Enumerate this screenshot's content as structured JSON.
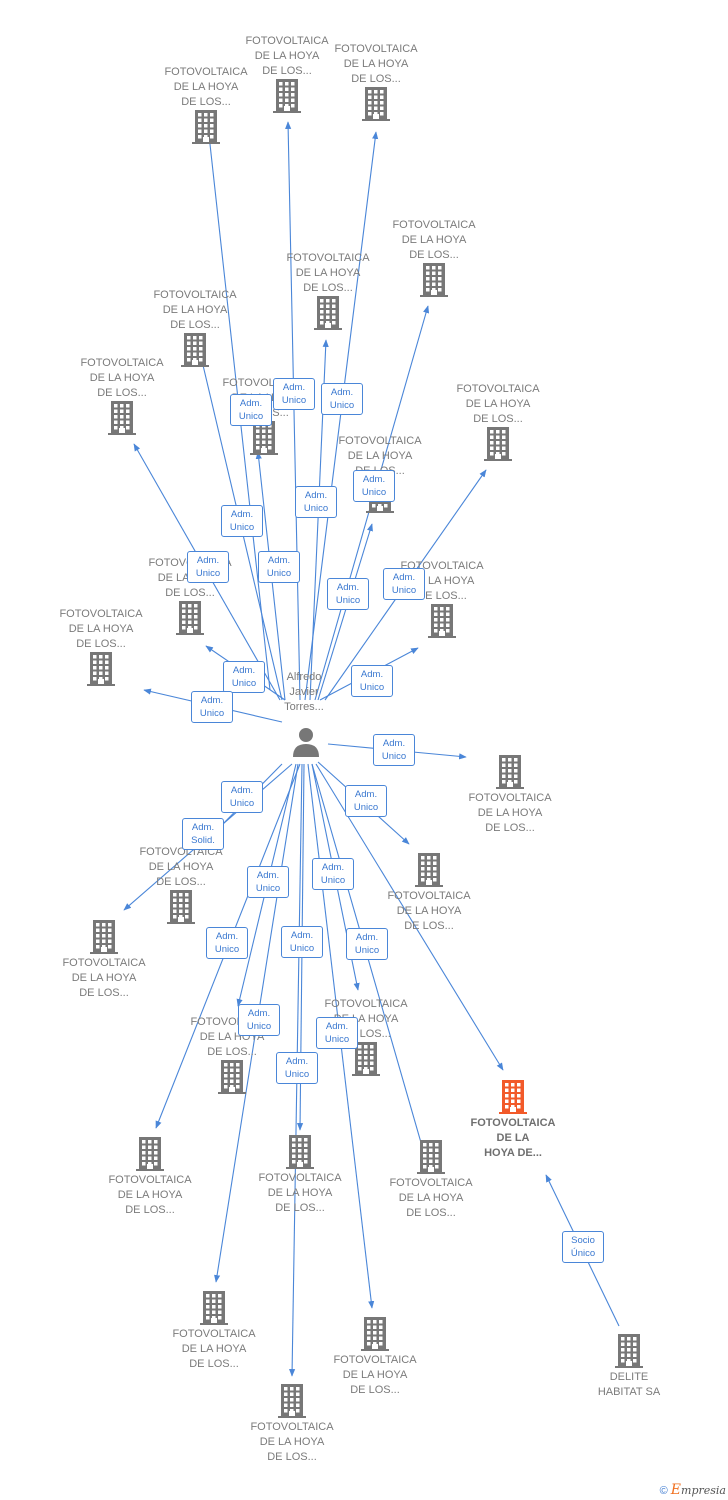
{
  "colors": {
    "edge": "#4a86d8",
    "building": "#777777",
    "building_highlight": "#f25a2a",
    "label": "#7b7b7b",
    "badge_border": "#4a86d8",
    "badge_text": "#3a78d0"
  },
  "center_person": {
    "label_lines": [
      "Alfredo",
      "Javier",
      "Torres..."
    ],
    "icon": "person-icon"
  },
  "companies": [
    {
      "id": "c1",
      "lines": [
        "FOTOVOLTAICA",
        "DE LA HOYA",
        "DE LOS..."
      ]
    },
    {
      "id": "c2",
      "lines": [
        "FOTOVOLTAICA",
        "DE LA HOYA",
        "DE LOS..."
      ]
    },
    {
      "id": "c3",
      "lines": [
        "FOTOVOLTAICA",
        "DE LA HOYA",
        "DE LOS..."
      ]
    },
    {
      "id": "c4",
      "lines": [
        "FOTOVOLTAICA",
        "DE LA HOYA",
        "DE LOS..."
      ]
    },
    {
      "id": "c5",
      "lines": [
        "FOTOVOLTAICA",
        "DE LA HOYA",
        "DE LOS..."
      ]
    },
    {
      "id": "c6",
      "lines": [
        "FOTOVOLTAICA",
        "DE LA HOYA",
        "DE LOS..."
      ]
    },
    {
      "id": "c7",
      "lines": [
        "FOTOVOLTAICA",
        "DE LA HOYA",
        "DE LOS..."
      ]
    },
    {
      "id": "c8",
      "lines": [
        "FOTOVOLTAICA",
        "DE LA HOYA",
        "DE LOS..."
      ]
    },
    {
      "id": "c9",
      "lines": [
        "FOTOVOLTAICA",
        "DE LA HOYA",
        "DE LOS..."
      ]
    },
    {
      "id": "c10",
      "lines": [
        "FOTOVOLTAICA",
        "DE LA HOYA",
        "DE LOS..."
      ]
    },
    {
      "id": "c11",
      "lines": [
        "FOTOVOLTAICA",
        "DE LA HOYA",
        "DE LOS..."
      ]
    },
    {
      "id": "c12",
      "lines": [
        "FOTOVOLTAICA",
        "DE LA HOYA",
        "DE LOS..."
      ]
    },
    {
      "id": "c13",
      "lines": [
        "FOTOVOLTAICA",
        "DE LA HOYA",
        "DE LOS..."
      ]
    },
    {
      "id": "c14",
      "lines": [
        "FOTOVOLTAICA",
        "DE LA HOYA",
        "DE LOS..."
      ]
    },
    {
      "id": "c15",
      "lines": [
        "FOTOVOLTAICA",
        "DE LA HOYA",
        "DE LOS..."
      ]
    },
    {
      "id": "c16",
      "lines": [
        "FOTOVOLTAICA",
        "DE LA HOYA",
        "DE LOS..."
      ]
    },
    {
      "id": "c17",
      "lines": [
        "FOTOVOLTAICA",
        "DE LA HOYA",
        "DE LOS..."
      ]
    },
    {
      "id": "c18",
      "lines": [
        "FOTOVOLTAICA",
        "DE LA HOYA",
        "DE LOS..."
      ]
    },
    {
      "id": "c19",
      "lines": [
        "FOTOVOLTAICA",
        "DE LA HOYA",
        "DE LOS..."
      ]
    },
    {
      "id": "c20",
      "lines": [
        "FOTOVOLTAICA",
        "DE LA HOYA",
        "DE LOS..."
      ]
    },
    {
      "id": "c21",
      "lines": [
        "FOTOVOLTAICA",
        "DE LA HOYA",
        "DE LOS..."
      ]
    },
    {
      "id": "c22",
      "lines": [
        "FOTOVOLTAICA",
        "DE LA HOYA",
        "DE LOS..."
      ]
    },
    {
      "id": "c23",
      "lines": [
        "FOTOVOLTAICA",
        "DE LA HOYA",
        "DE LOS..."
      ]
    },
    {
      "id": "c24",
      "lines": [
        "FOTOVOLTAICA",
        "DE LA HOYA",
        "DE LOS..."
      ]
    },
    {
      "id": "main",
      "lines": [
        "FOTOVOLTAICA",
        "DE LA",
        "HOYA DE..."
      ],
      "highlight": true
    },
    {
      "id": "delite",
      "lines": [
        "DELITE",
        "HABITAT SA"
      ]
    }
  ],
  "relations": [
    {
      "id": "r1",
      "lines": [
        "Adm.",
        "Unico"
      ]
    },
    {
      "id": "r2",
      "lines": [
        "Adm.",
        "Unico"
      ]
    },
    {
      "id": "r3",
      "lines": [
        "Adm.",
        "Unico"
      ]
    },
    {
      "id": "r4",
      "lines": [
        "Adm.",
        "Unico"
      ]
    },
    {
      "id": "r5",
      "lines": [
        "Adm.",
        "Unico"
      ]
    },
    {
      "id": "r6",
      "lines": [
        "Adm.",
        "Unico"
      ]
    },
    {
      "id": "r7",
      "lines": [
        "Adm.",
        "Unico"
      ]
    },
    {
      "id": "r8",
      "lines": [
        "Adm.",
        "Unico"
      ]
    },
    {
      "id": "r9",
      "lines": [
        "Adm.",
        "Unico"
      ]
    },
    {
      "id": "r10",
      "lines": [
        "Adm.",
        "Unico"
      ]
    },
    {
      "id": "r11",
      "lines": [
        "Adm.",
        "Unico"
      ]
    },
    {
      "id": "r12",
      "lines": [
        "Adm.",
        "Unico"
      ]
    },
    {
      "id": "r13",
      "lines": [
        "Adm.",
        "Unico"
      ]
    },
    {
      "id": "r14",
      "lines": [
        "Adm.",
        "Unico"
      ]
    },
    {
      "id": "r15",
      "lines": [
        "Adm.",
        "Unico"
      ]
    },
    {
      "id": "r16",
      "lines": [
        "Adm.",
        "Solid."
      ]
    },
    {
      "id": "r17",
      "lines": [
        "Adm.",
        "Unico"
      ]
    },
    {
      "id": "r18",
      "lines": [
        "Adm.",
        "Unico"
      ]
    },
    {
      "id": "r19",
      "lines": [
        "Adm.",
        "Unico"
      ]
    },
    {
      "id": "r20",
      "lines": [
        "Adm.",
        "Unico"
      ]
    },
    {
      "id": "r21",
      "lines": [
        "Adm.",
        "Unico"
      ]
    },
    {
      "id": "r22",
      "lines": [
        "Adm.",
        "Unico"
      ]
    },
    {
      "id": "r23",
      "lines": [
        "Adm.",
        "Unico"
      ]
    },
    {
      "id": "r24",
      "lines": [
        "Adm.",
        "Unico"
      ]
    },
    {
      "id": "r25",
      "lines": [
        "Adm.",
        "Unico"
      ]
    },
    {
      "id": "r26",
      "lines": [
        "Socio",
        "Único"
      ]
    }
  ],
  "footer": {
    "copyright": "©",
    "brand_initial": "E",
    "brand_rest": "mpresia"
  }
}
